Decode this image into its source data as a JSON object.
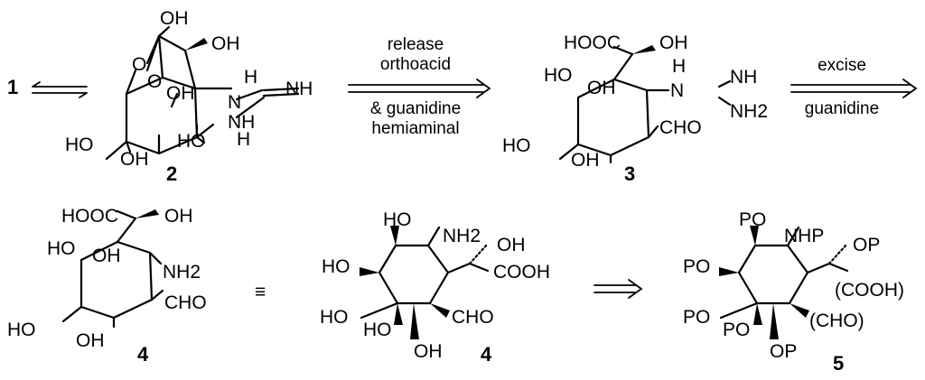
{
  "scheme": {
    "start_compound": "1",
    "arrow1": {
      "top": [
        "release",
        "orthoacid"
      ],
      "bottom": [
        "& guanidine",
        "hemiaminal"
      ]
    },
    "arrow2": {
      "top": [
        "excise"
      ],
      "bottom": [
        "guanidine"
      ]
    },
    "equivalence_symbol": "≡",
    "compounds": {
      "c2": {
        "number": "2",
        "labels": {
          "oh_top": "OH",
          "oh_right": "OH",
          "o1": "O",
          "o2": "O",
          "o_oh": "O",
          "oh_mid": "OH",
          "h_top": "H",
          "n1": "N",
          "nh_imine": "NH",
          "nh_lower": "NH",
          "ho_left": "HO",
          "oh_bottom": "OH",
          "ho_lower": "HO"
        }
      },
      "c3": {
        "number": "3",
        "labels": {
          "hooc": "HOOC",
          "oh_top": "OH",
          "ho_left": "HO",
          "oh_mid": "OH",
          "h": "H",
          "n": "N",
          "nh": "NH",
          "nh2": "NH2",
          "cho": "CHO",
          "ho_lower": "HO",
          "oh_bottom": "OH"
        }
      },
      "c4a": {
        "number": "4",
        "labels": {
          "hooc": "HOOC",
          "oh_top": "OH",
          "ho_left": "HO",
          "oh_mid": "OH",
          "nh2": "NH2",
          "cho": "CHO",
          "ho_lower": "HO",
          "oh_bottom": "OH"
        }
      },
      "c4b": {
        "number": "4",
        "labels": {
          "ho_top": "HO",
          "nh2": "NH2",
          "oh_side": "OH",
          "ho_left": "HO",
          "cooh": "COOH",
          "ho_lower": "HO",
          "ho_q": "HO",
          "cho": "CHO",
          "oh_bottom": "OH"
        }
      },
      "c5": {
        "number": "5",
        "labels": {
          "po_top": "PO",
          "nhp": "NHP",
          "op_side": "OP",
          "po_left": "PO",
          "cooh": "(COOH)",
          "po_lower": "PO",
          "po_q": "PO",
          "cho": "(CHO)",
          "op_bottom": "OP"
        }
      }
    }
  }
}
